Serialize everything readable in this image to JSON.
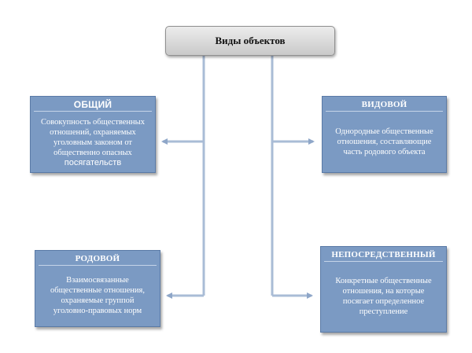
{
  "diagram": {
    "title": "Виды объектов",
    "boxes": {
      "general": {
        "header": "ОБЩИЙ",
        "lines": [
          "Совокупность общественных",
          "отношений, охраняемых",
          "уголовным законом от",
          "общественно опасных"
        ],
        "tail": "посягательств"
      },
      "species": {
        "header": "ВИДОВОЙ",
        "lines": [
          "Однородные общественные",
          "отношения, составляющие",
          "часть родового объекта"
        ]
      },
      "generic": {
        "header": "РОДОВОЙ",
        "lines": [
          "Взаимосвязанные",
          "общественные отношения,",
          "охраняемые группой",
          "уголовно-правовых норм"
        ]
      },
      "direct": {
        "header": "НЕПОСРЕДСТВЕННЫЙ",
        "lines": [
          "Конкретные общественные",
          "отношения, на которые",
          "посягает  определенное",
          "преступление"
        ]
      }
    },
    "colors": {
      "box_fill": "#7b9ac3",
      "arrow": "#9fb3d0",
      "top_box_fill": "#d9d9d9"
    }
  }
}
